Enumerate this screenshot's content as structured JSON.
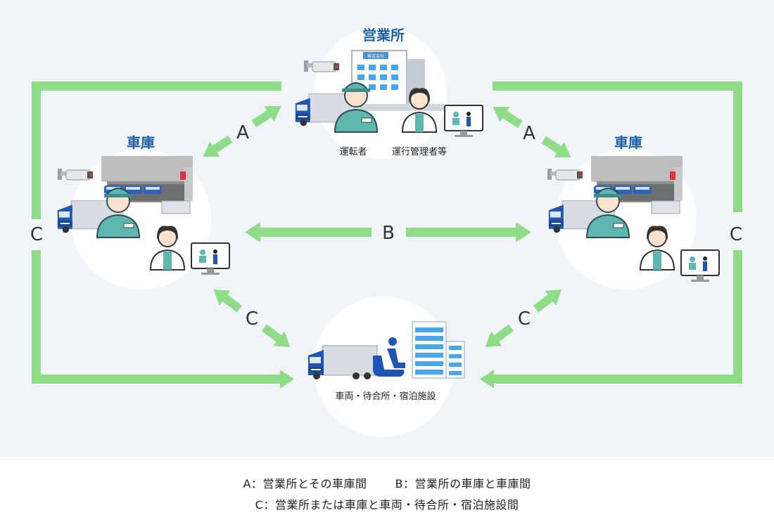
{
  "nodes": {
    "office": {
      "title": "営業所",
      "driver_label": "運転者",
      "manager_label": "運行管理者等"
    },
    "depot_left": {
      "title": "車庫"
    },
    "depot_right": {
      "title": "車庫"
    },
    "facility": {
      "label": "車両・待合所・宿泊施設"
    },
    "building_sign": "株式会社"
  },
  "connections": {
    "a_left": "A",
    "a_right": "A",
    "b": "B",
    "c_outer_left": "C",
    "c_outer_right": "C",
    "c_inner_left": "C",
    "c_inner_right": "C"
  },
  "legend": {
    "a": "A：営業所とその車庫間",
    "b": "B：営業所の車庫と車庫間",
    "c": "C：営業所または車庫と車両・待合所・宿泊施設間"
  },
  "colors": {
    "arrow": "#8fdc86",
    "title": "#1a5fa8",
    "background": "#f1f5fa",
    "truck": "#1f56b3",
    "uniform": "#5db6b0"
  }
}
